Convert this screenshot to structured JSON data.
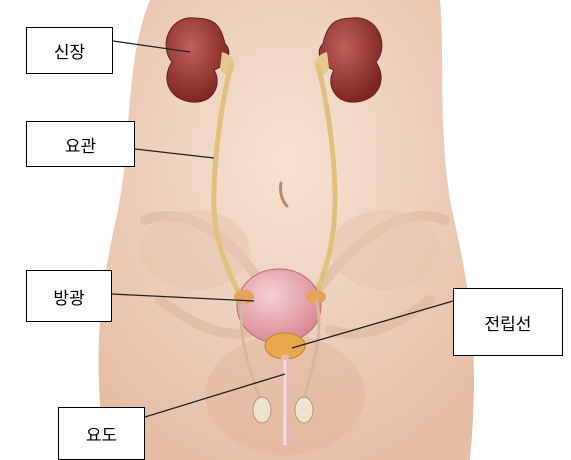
{
  "labels": {
    "kidney": "신장",
    "ureter": "요관",
    "bladder": "방광",
    "prostate": "전립선",
    "urethra": "요도"
  },
  "colors": {
    "skin": "#f1d6c3",
    "skin_shadow": "#dcb29a",
    "kidney": "#9b3a33",
    "ureter": "#e1c07e",
    "bladder": "#e7a2ab",
    "prostate": "#e6a84a",
    "leader_line": "#222222"
  }
}
